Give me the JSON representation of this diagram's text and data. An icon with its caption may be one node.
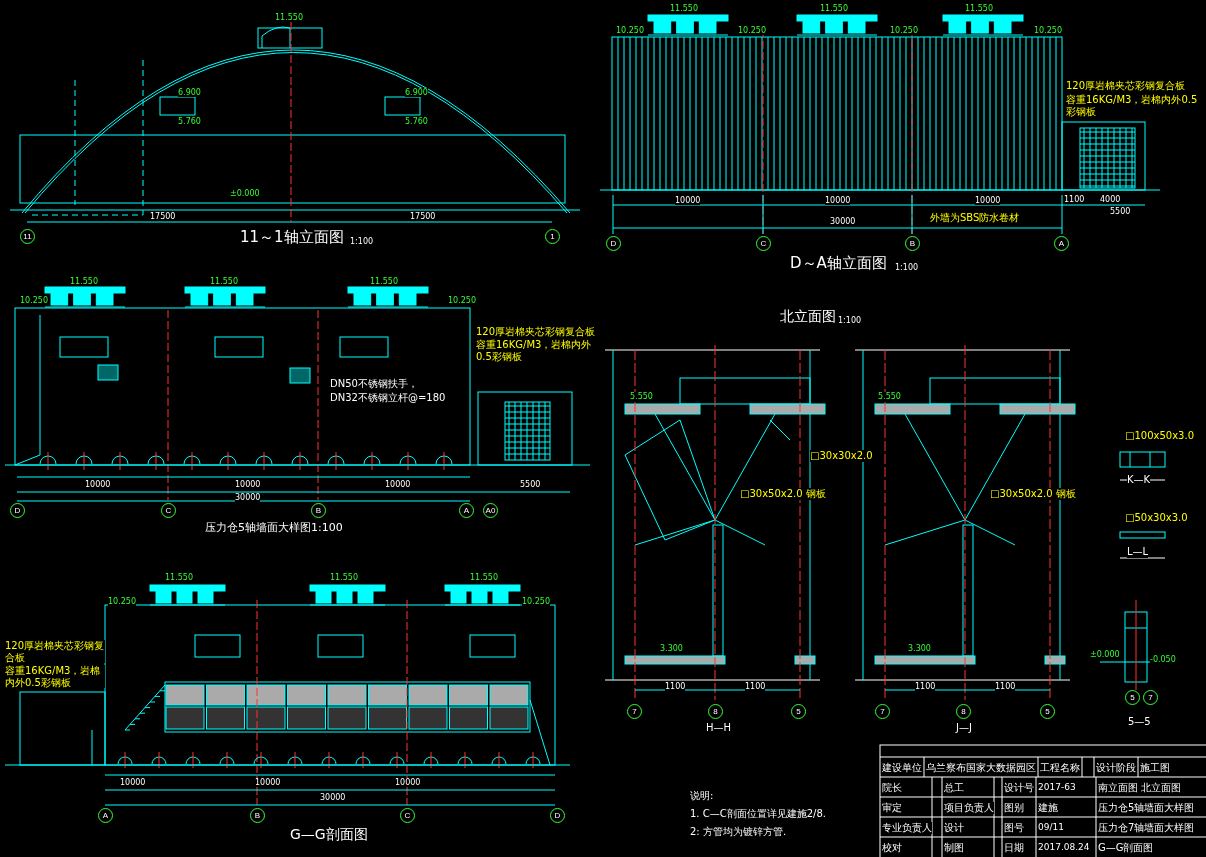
{
  "diagram": {
    "labels": [
      "11.550",
      "6.900",
      "5.760",
      "6.900",
      "5.760",
      "±0.000",
      "17500",
      "17500",
      "11",
      "1",
      "11～1轴立面图",
      "1:100",
      "11.550",
      "11.550",
      "11.550",
      "10.250",
      "10.250",
      "10.250",
      "10.250",
      "120厚岩棉夹芯彩钢复合板",
      "容重16KG/M3，岩棉内外0.5彩钢板",
      "10000",
      "10000",
      "10000",
      "30000",
      "5500",
      "1100",
      "4000",
      "D",
      "C",
      "B",
      "A",
      "D～A轴立面图",
      "1:100",
      "外墙为SBS防水卷材",
      "10.250",
      "10.250",
      "11.550",
      "11.550",
      "11.550",
      "DN50不锈钢扶手，",
      "DN32不锈钢立杆@=180",
      "120厚岩棉夹芯彩钢复合板",
      "容重16KG/M3，岩棉内外0.5彩钢板",
      "10000",
      "10000",
      "10000",
      "30000",
      "5500",
      "D",
      "C",
      "B",
      "A",
      "A0",
      "压力仓5轴墙面大样图1:100",
      "北立面图",
      "1:100",
      "□30x30x2.0",
      "□30x50x2.0 钢板",
      "□30x50x2.0 钢板",
      "5.550",
      "5.550",
      "3.300",
      "3.300",
      "1100",
      "1100",
      "1100",
      "1100",
      "7",
      "8",
      "5",
      "7",
      "8",
      "5",
      "H—H",
      "J—J",
      "□100x50x3.0",
      "□50x30x3.0",
      "K—K",
      "L—L",
      "±0.000",
      "-0.050",
      "5",
      "7",
      "5—5",
      "11.550",
      "11.550",
      "11.550",
      "10.250",
      "10.250",
      "120厚岩棉夹芯彩钢复合板",
      "容重16KG/M3，岩棉内外0.5彩钢板",
      "10000",
      "10000",
      "10000",
      "30000",
      "A",
      "B",
      "C",
      "D",
      "G—G剖面图",
      "说明:",
      "1. C—C剖面位置详见建施2/8.",
      "2: 方管均为镀锌方管.",
      "建设单位",
      "乌兰察布国家大数据园区",
      "工程名称",
      "设计阶段",
      "施工图",
      "院长",
      "总工",
      "设计号",
      "2017-63",
      "南立面图 北立面图",
      "审定",
      "项目负责人",
      "图别",
      "建施",
      "压力仓5轴墙面大样图",
      "专业负责人",
      "设计",
      "图号",
      "09/11",
      "压力仓7轴墙面大样图",
      "校对",
      "制图",
      "日期",
      "2017.08.24",
      "G—G剖面图"
    ]
  }
}
